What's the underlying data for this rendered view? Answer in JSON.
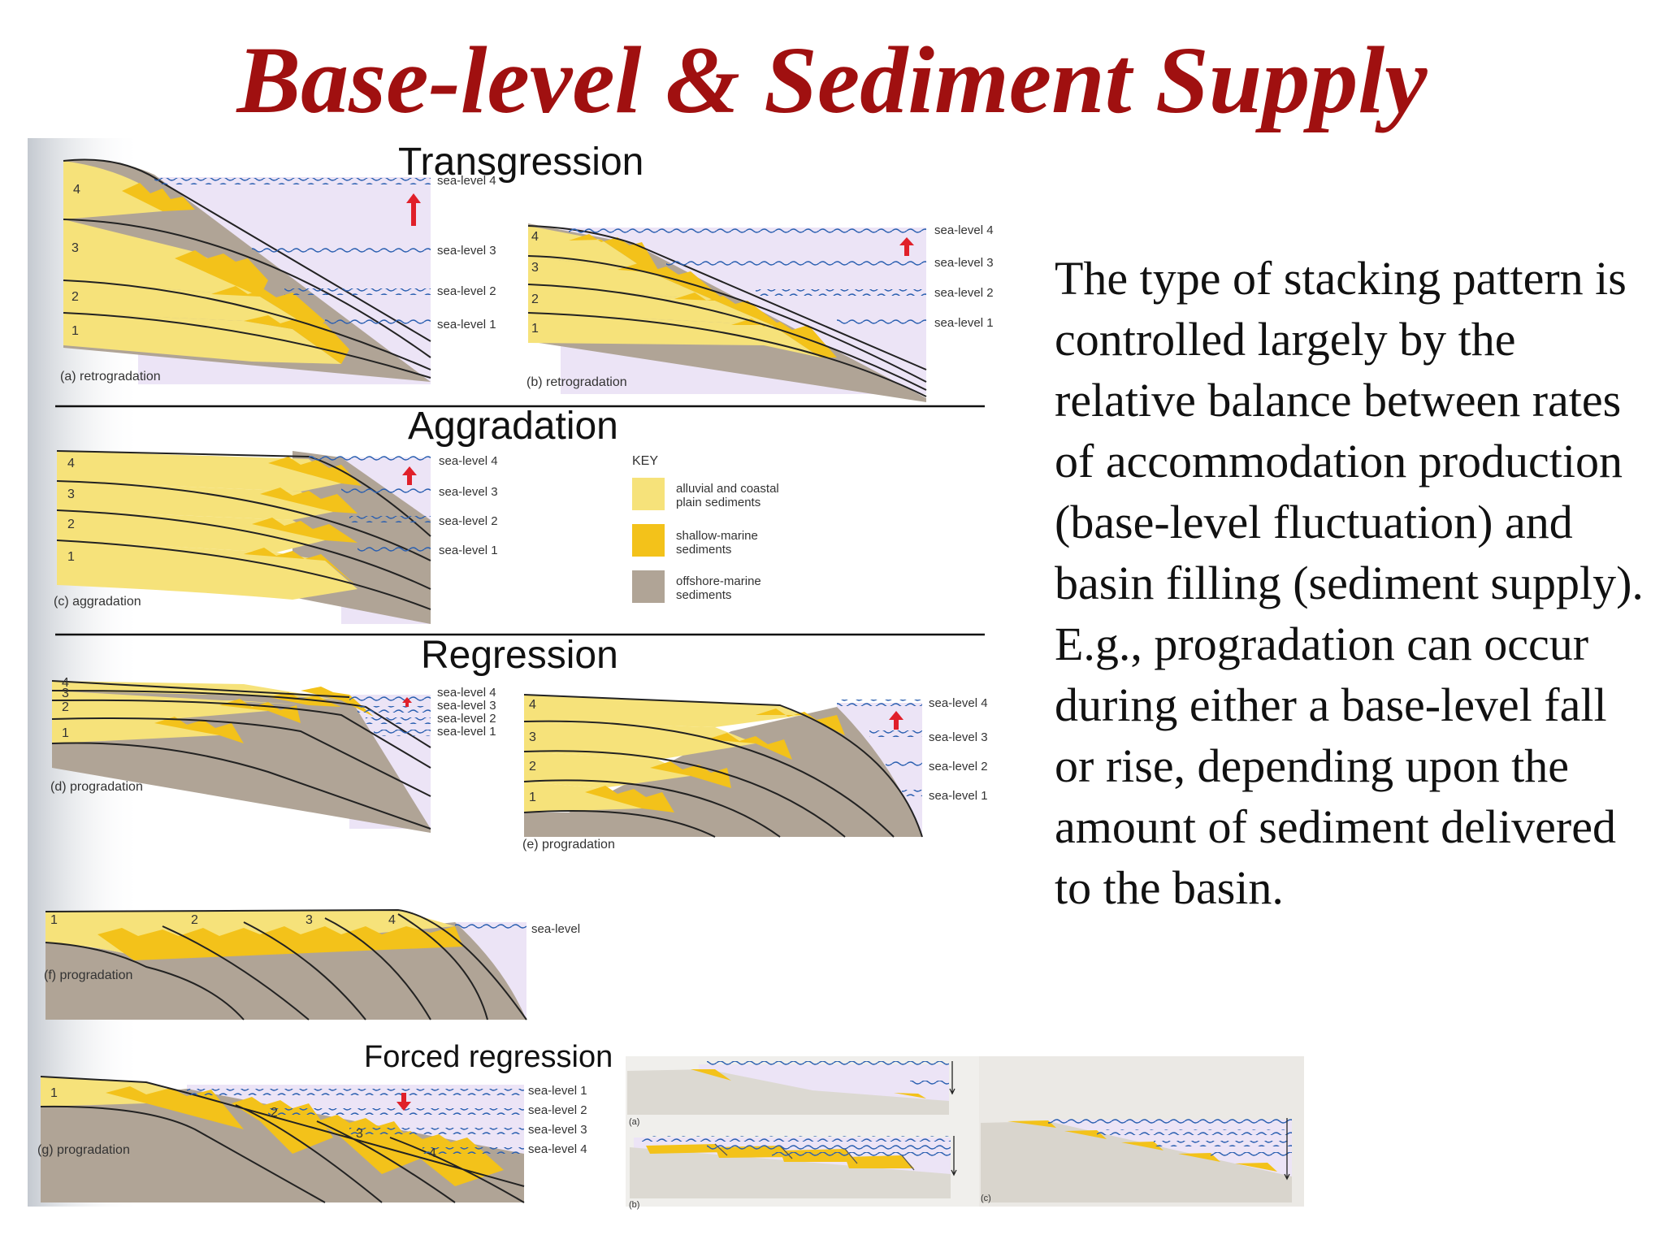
{
  "slide": {
    "title": "Base-level & Sediment Supply",
    "body_text": "The type of stacking pattern is controlled largely by the relative balance between rates of accommodation production (base-level fluctuation) and basin filling (sediment supply).  E.g., progradation can occur during either a base-level fall or rise, depending upon the amount of sediment delivered to the basin."
  },
  "sections": {
    "transgression": "Transgression",
    "aggradation": "Aggradation",
    "regression": "Regression",
    "forced_regression": "Forced regression"
  },
  "captions": {
    "a": "(a) retrogradation",
    "b": "(b)  retrogradation",
    "c": "(c) aggradation",
    "d": "(d) progradation",
    "e": "(e)  progradation",
    "f": "(f) progradation",
    "g": "(g) progradation",
    "fr_a": "(a)",
    "fr_b": "(b)",
    "fr_c": "(c)"
  },
  "sea_levels": {
    "sl1": "sea-level 1",
    "sl2": "sea-level 2",
    "sl3": "sea-level 3",
    "sl4": "sea-level 4",
    "single": "sea-level"
  },
  "unit_numbers": {
    "n1": "1",
    "n2": "2",
    "n3": "3",
    "n4": "4"
  },
  "key": {
    "title": "KEY",
    "items": [
      {
        "line1": "alluvial and coastal",
        "line2": "plain sediments",
        "color": "#f6e27a"
      },
      {
        "line1": "shallow-marine",
        "line2": "sediments",
        "color": "#f3c21a"
      },
      {
        "line1": "offshore-marine",
        "line2": "sediments",
        "color": "#b0a496"
      }
    ]
  },
  "colors": {
    "title": "#a01010",
    "alluvial": "#f6e27a",
    "shallow_marine": "#f3c21a",
    "offshore_marine": "#b0a496",
    "sea": "#ece4f6",
    "water_line": "#2a5fb0",
    "arrow": "#e0202a"
  }
}
